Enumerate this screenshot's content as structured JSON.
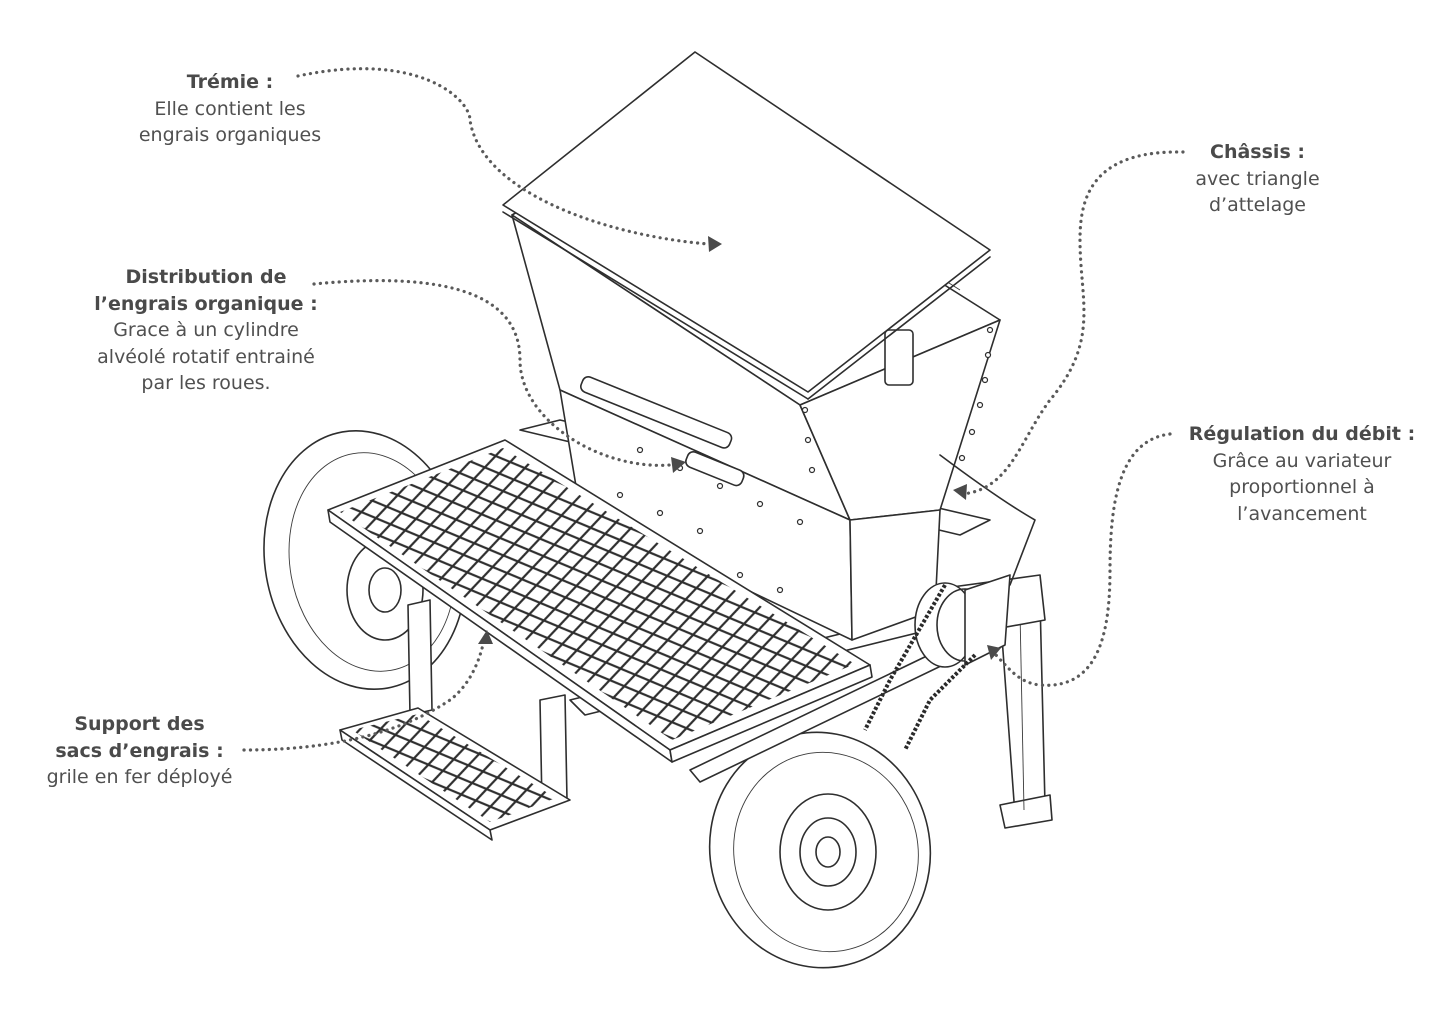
{
  "labels": {
    "tremie": {
      "title": "Trémie :",
      "lines": [
        "Elle contient les",
        "engrais organiques"
      ]
    },
    "chassis": {
      "title": "Châssis :",
      "lines": [
        "avec triangle",
        "d’attelage"
      ]
    },
    "distribution": {
      "title_lines": [
        "Distribution de",
        "l’engrais organique :"
      ],
      "lines": [
        "Grace à un cylindre",
        "alvéolé rotatif entrainé",
        "par les roues."
      ]
    },
    "regulation": {
      "title": "Régulation du débit :",
      "lines": [
        "Grâce au variateur",
        "proportionnel à",
        "l’avancement"
      ]
    },
    "support": {
      "title_lines": [
        "Support des",
        "sacs d’engrais :"
      ],
      "lines": [
        "grile en fer déployé"
      ]
    }
  },
  "colors": {
    "text": "#505050",
    "title": "#4a4a4a",
    "leader": "#5a5a5a",
    "drawing": "#2e2e2e"
  }
}
